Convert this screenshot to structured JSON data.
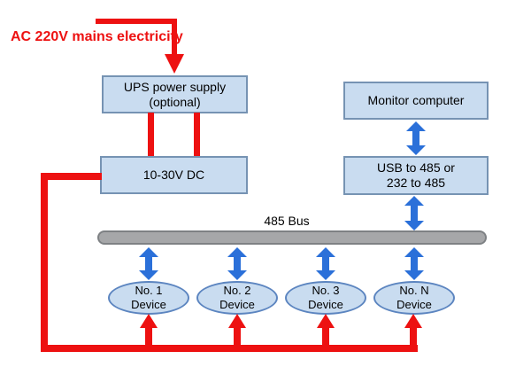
{
  "colors": {
    "red": "#ED1111",
    "blue": "#2B70D9",
    "box_fill": "#C9DCF0",
    "box_border": "#7693B3",
    "ellipse_border": "#5C85C0",
    "bus_fill": "#A6A7A9",
    "bus_border": "#7E8184"
  },
  "labels": {
    "mains": "AC 220V mains electricity",
    "ups_line1": "UPS power supply",
    "ups_line2": "(optional)",
    "dc": "10-30V DC",
    "monitor": "Monitor computer",
    "converter_line1": "USB to 485 or",
    "converter_line2": "232 to 485",
    "bus": "485 Bus"
  },
  "devices": [
    {
      "line1": "No. 1",
      "line2": "Device"
    },
    {
      "line1": "No. 2",
      "line2": "Device"
    },
    {
      "line1": "No. 3",
      "line2": "Device"
    },
    {
      "line1": "No. N",
      "line2": "Device"
    }
  ]
}
